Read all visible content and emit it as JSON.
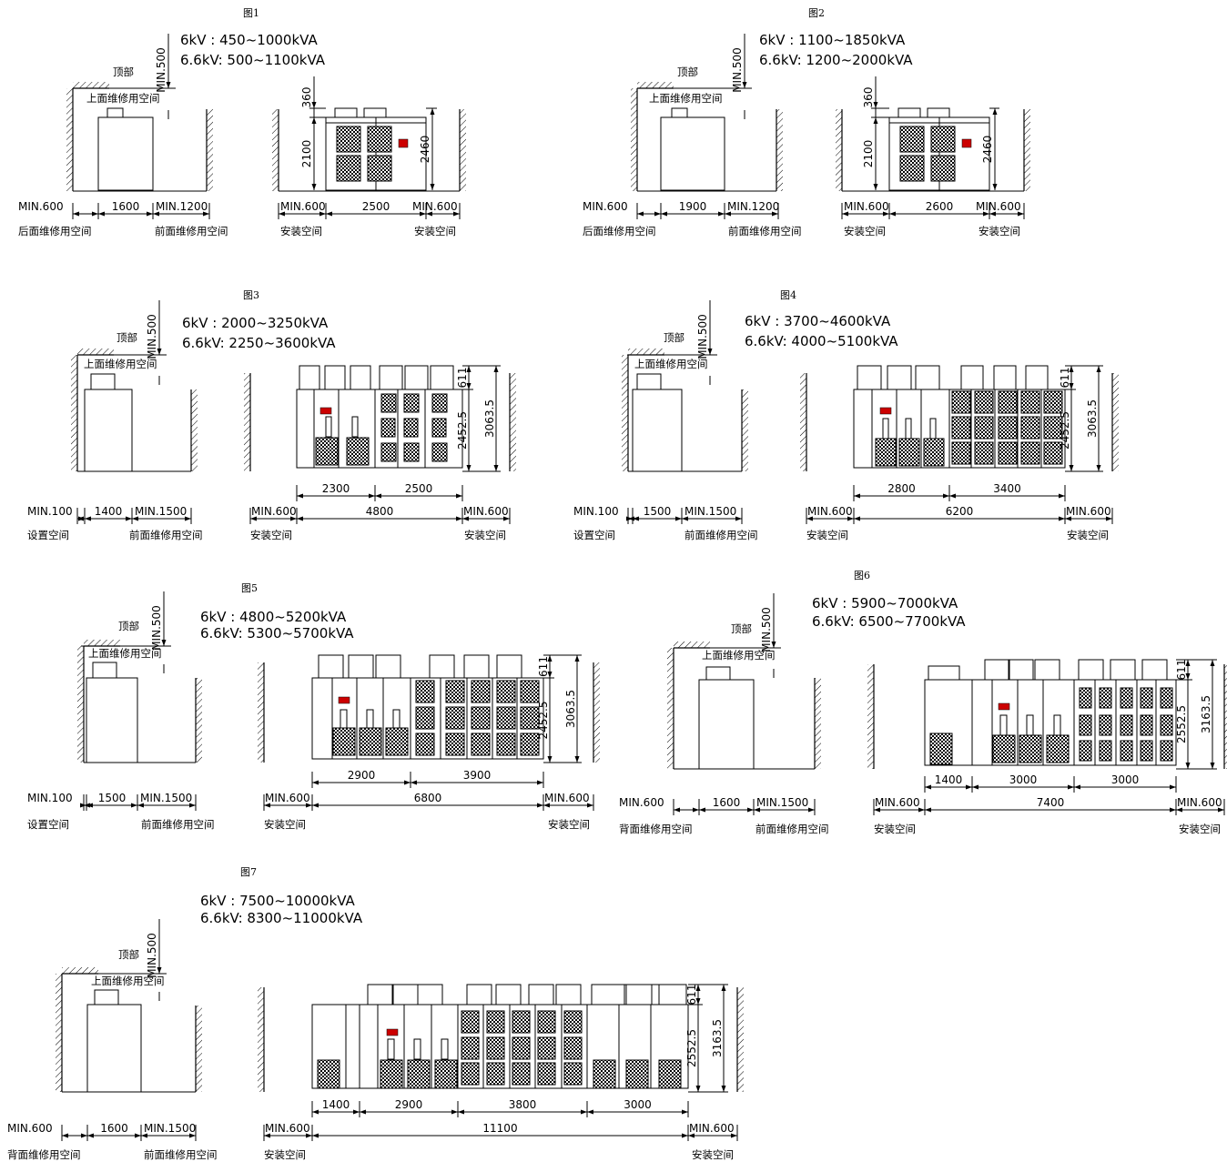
{
  "labels": {
    "top": "顶部",
    "top_space": "上面维修用空间",
    "rear_service": "后面维修用空间",
    "front_service": "前面维修用空间",
    "back_service": "背面维修用空间",
    "setup": "设置空间",
    "install": "安装空间"
  },
  "figures": [
    {
      "id": "fig1",
      "title": "图1",
      "spec6": "6kV  : 450~1000kVA",
      "spec66": "6.6kV: 500~1100kVA",
      "top_clear": "MIN.500",
      "side_left": "MIN.600",
      "side_width": "1600",
      "side_right": "MIN.1200",
      "side_left_label": "rear_service",
      "side_right_label": "front_service",
      "front_left": "MIN.600",
      "front_right": "MIN.600",
      "front_segments": [
        "2500"
      ],
      "front_total": "",
      "heights": [
        "360",
        "2100",
        "2460"
      ]
    },
    {
      "id": "fig2",
      "title": "图2",
      "spec6": "6kV  :  1100~1850kVA",
      "spec66": "6.6kV:  1200~2000kVA",
      "top_clear": "MIN.500",
      "side_left": "MIN.600",
      "side_width": "1900",
      "side_right": "MIN.1200",
      "side_left_label": "rear_service",
      "side_right_label": "front_service",
      "front_left": "MIN.600",
      "front_right": "MIN.600",
      "front_segments": [
        "2600"
      ],
      "front_total": "",
      "heights": [
        "360",
        "2100",
        "2460"
      ]
    },
    {
      "id": "fig3",
      "title": "图3",
      "spec6": "6kV  : 2000~3250kVA",
      "spec66": "6.6kV: 2250~3600kVA",
      "top_clear": "MIN.500",
      "side_left": "MIN.100",
      "side_width": "1400",
      "side_right": "MIN.1500",
      "side_left_label": "setup",
      "side_right_label": "front_service",
      "front_left": "MIN.600",
      "front_right": "MIN.600",
      "front_segments": [
        "2300",
        "2500"
      ],
      "front_total": "4800",
      "heights": [
        "611",
        "2452.5",
        "3063.5"
      ]
    },
    {
      "id": "fig4",
      "title": "图4",
      "spec6": "6kV  : 3700~4600kVA",
      "spec66": "6.6kV: 4000~5100kVA",
      "top_clear": "MIN.500",
      "side_left": "MIN.100",
      "side_width": "1500",
      "side_right": "MIN.1500",
      "side_left_label": "setup",
      "side_right_label": "front_service",
      "front_left": "MIN.600",
      "front_right": "MIN.600",
      "front_segments": [
        "2800",
        "3400"
      ],
      "front_total": "6200",
      "heights": [
        "611",
        "2452.5",
        "3063.5"
      ]
    },
    {
      "id": "fig5",
      "title": "图5",
      "spec6": "6kV  : 4800~5200kVA",
      "spec66": "6.6kV: 5300~5700kVA",
      "top_clear": "MIN.500",
      "side_left": "MIN.100",
      "side_width": "1500",
      "side_right": "MIN.1500",
      "side_left_label": "setup",
      "side_right_label": "front_service",
      "front_left": "MIN.600",
      "front_right": "MIN.600",
      "front_segments": [
        "2900",
        "3900"
      ],
      "front_total": "6800",
      "heights": [
        "611",
        "2452.5",
        "3063.5"
      ]
    },
    {
      "id": "fig6",
      "title": "图6",
      "spec6": "6kV  : 5900~7000kVA",
      "spec66": "6.6kV: 6500~7700kVA",
      "top_clear": "MIN.500",
      "side_left": "MIN.600",
      "side_width": "1600",
      "side_right": "MIN.1500",
      "side_left_label": "back_service",
      "side_right_label": "front_service",
      "front_left": "MIN.600",
      "front_right": "MIN.600",
      "front_segments": [
        "1400",
        "3000",
        "3000"
      ],
      "front_total": "7400",
      "heights": [
        "611",
        "2552.5",
        "3163.5"
      ]
    },
    {
      "id": "fig7",
      "title": "图7",
      "spec6": "6kV  : 7500~10000kVA",
      "spec66": "6.6kV: 8300~11000kVA",
      "top_clear": "MIN.500",
      "side_left": "MIN.600",
      "side_width": "1600",
      "side_right": "MIN.1500",
      "side_left_label": "back_service",
      "side_right_label": "front_service",
      "front_left": "MIN.600",
      "front_right": "MIN.600",
      "front_segments": [
        "1400",
        "2900",
        "3800",
        "3000"
      ],
      "front_total": "11100",
      "heights": [
        "611",
        "2552.5",
        "3163.5"
      ]
    }
  ]
}
